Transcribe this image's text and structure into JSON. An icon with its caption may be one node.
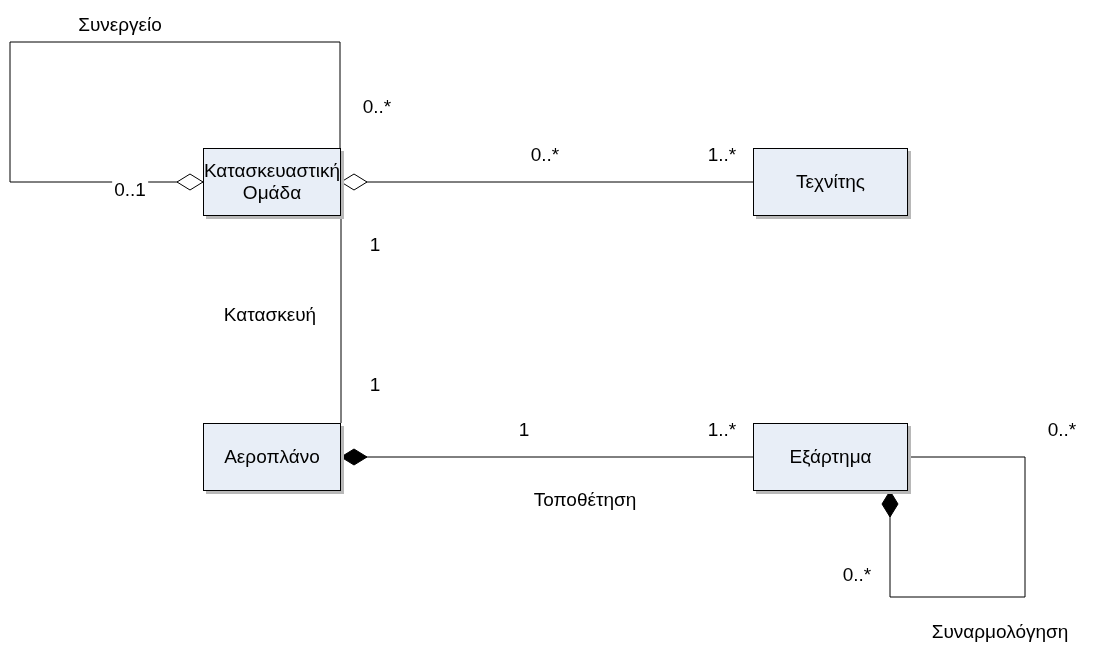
{
  "diagram": {
    "nodes": [
      {
        "text": [
          "Κατασκευαστική Ομάδα"
        ]
      },
      {
        "text": [
          "Τεχνίτης"
        ]
      },
      {
        "text": [
          "Αεροπλάνο"
        ]
      },
      {
        "text": [
          "Εξάρτημα"
        ]
      }
    ],
    "edges": [
      {
        "from": 0,
        "to": 0,
        "arrow": "other",
        "label": "Συνεργείο"
      },
      {
        "from": 0,
        "to": 1,
        "arrow": "other"
      },
      {
        "from": 0,
        "to": 2,
        "arrow": "none",
        "label": "Κατασκευή"
      },
      {
        "from": 2,
        "to": 3,
        "arrow": "other",
        "label": "Τοποθέτηση"
      },
      {
        "from": 3,
        "to": 3,
        "arrow": "other",
        "label": "Συναρμολόγηση"
      }
    ],
    "labels": [
      "0..*",
      "0..*",
      "1..*",
      "0..1",
      "1",
      "1",
      "1",
      "1..*",
      "0..*",
      "0..*"
    ]
  }
}
